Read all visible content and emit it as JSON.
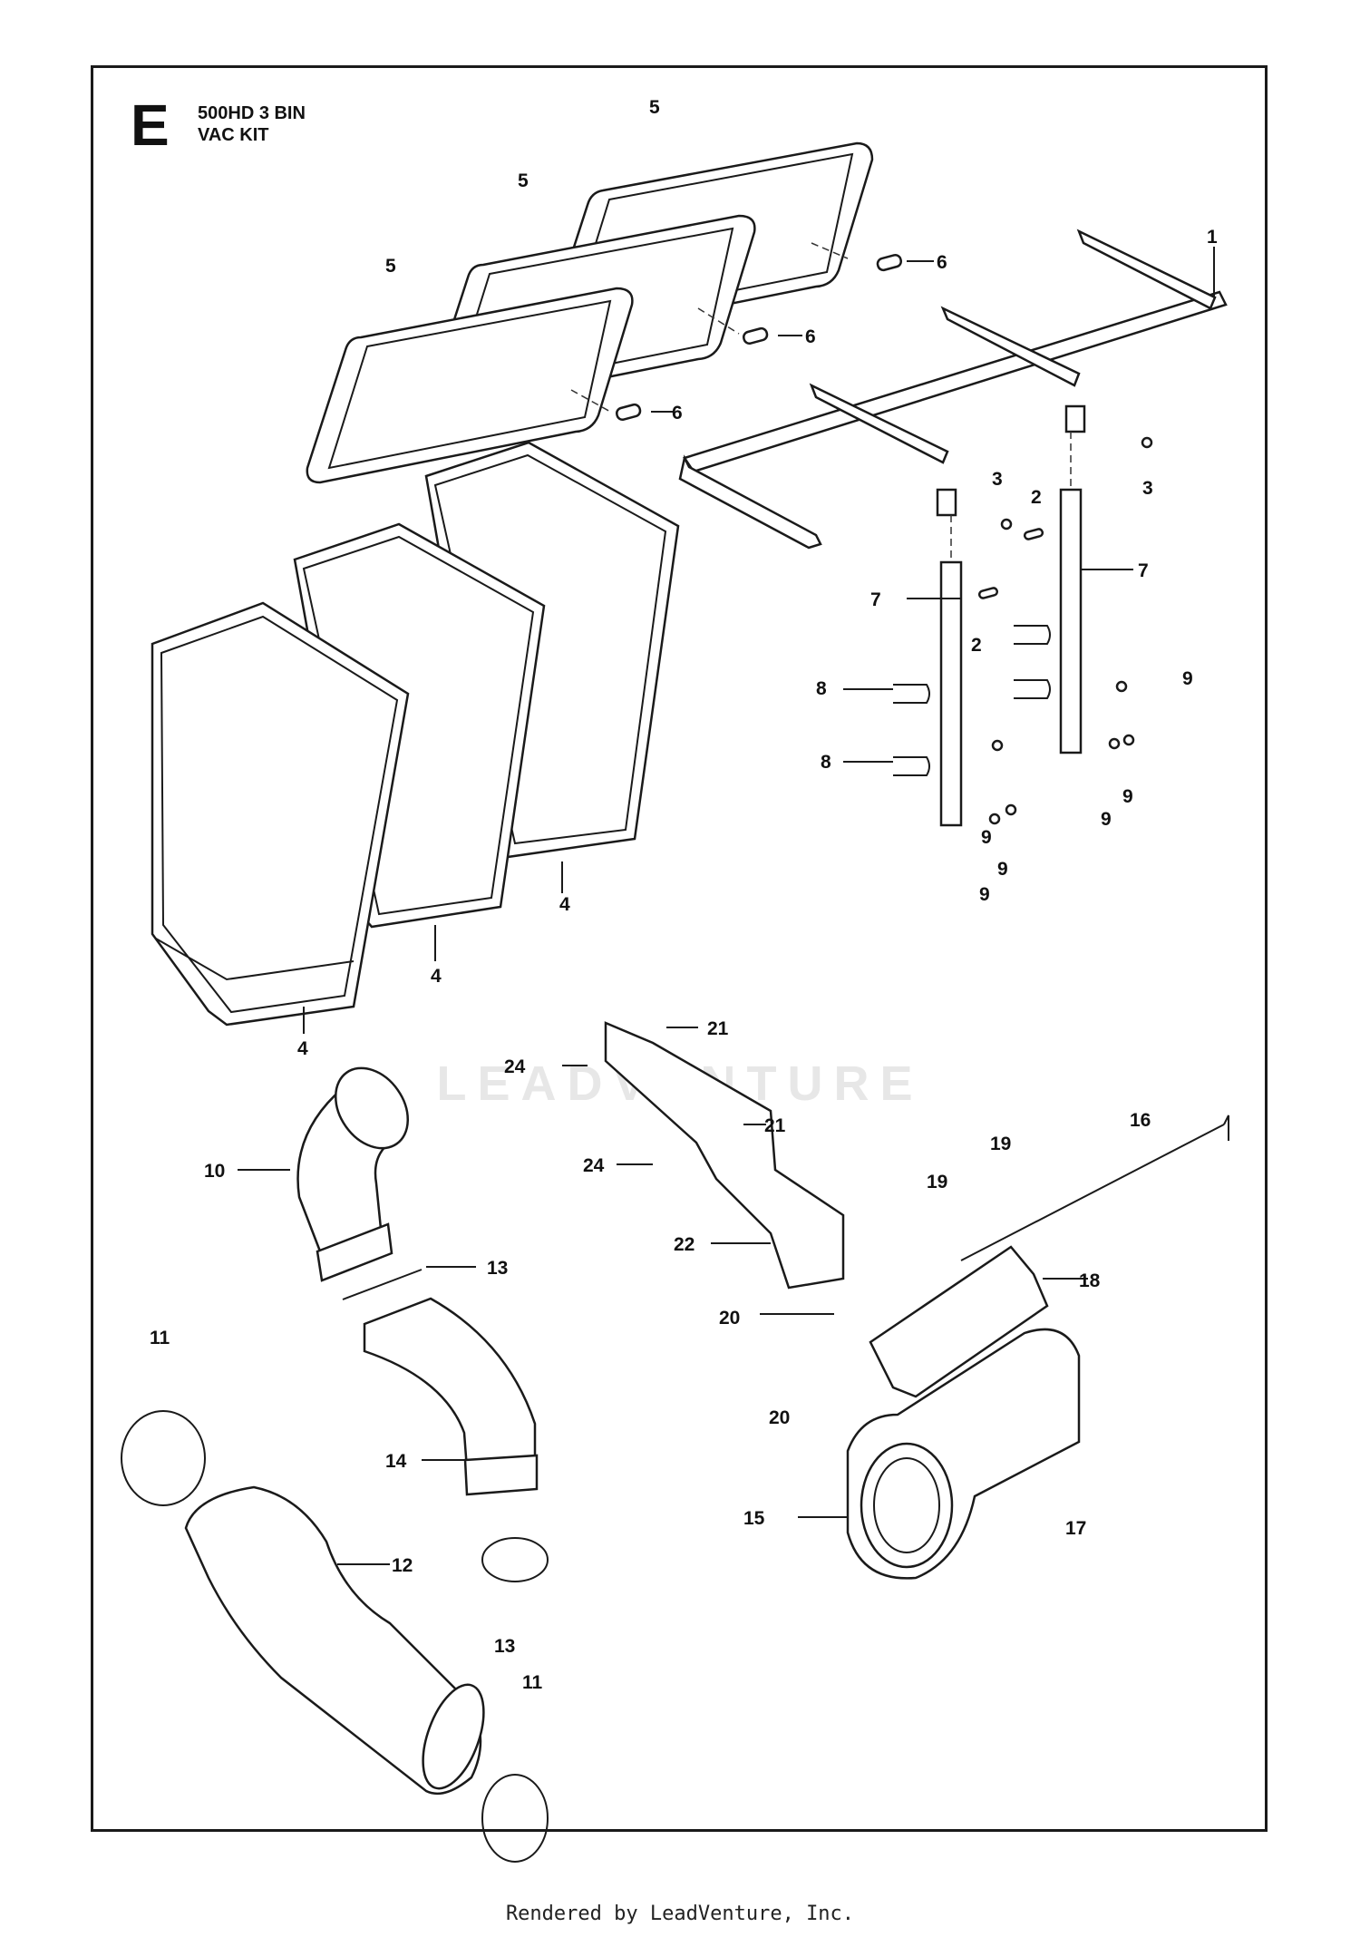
{
  "section_letter": "E",
  "title_line1": "500HD 3 BIN",
  "title_line2": "VAC KIT",
  "watermark": "LEADVENTURE",
  "footer": "Rendered by LeadVenture, Inc.",
  "callouts": [
    "1",
    "2",
    "2",
    "3",
    "3",
    "4",
    "4",
    "4",
    "5",
    "5",
    "5",
    "6",
    "6",
    "6",
    "7",
    "7",
    "8",
    "8",
    "9",
    "9",
    "9",
    "9",
    "9",
    "9",
    "10",
    "11",
    "11",
    "12",
    "13",
    "13",
    "14",
    "15",
    "16",
    "17",
    "18",
    "19",
    "19",
    "20",
    "20",
    "21",
    "21",
    "22",
    "24",
    "24"
  ]
}
